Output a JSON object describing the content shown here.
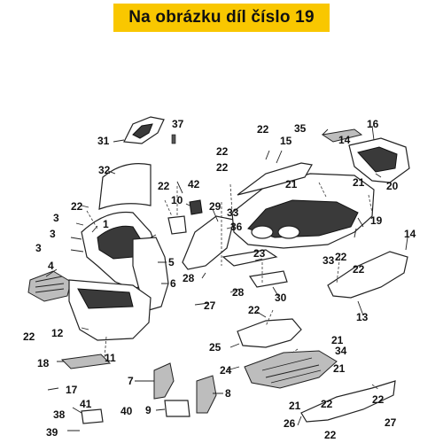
{
  "header": {
    "title": "Na obrázku díl číslo 19",
    "color": "#f9c700"
  },
  "labels": [
    {
      "id": "l1",
      "text": "1"
    },
    {
      "id": "l3a",
      "text": "3"
    },
    {
      "id": "l3b",
      "text": "3"
    },
    {
      "id": "l3c",
      "text": "3"
    },
    {
      "id": "l4",
      "text": "4"
    },
    {
      "id": "l5",
      "text": "5"
    },
    {
      "id": "l6",
      "text": "6"
    },
    {
      "id": "l7",
      "text": "7"
    },
    {
      "id": "l8",
      "text": "8"
    },
    {
      "id": "l9",
      "text": "9"
    },
    {
      "id": "l10",
      "text": "10"
    },
    {
      "id": "l11",
      "text": "11"
    },
    {
      "id": "l12",
      "text": "12"
    },
    {
      "id": "l13",
      "text": "13"
    },
    {
      "id": "l14a",
      "text": "14"
    },
    {
      "id": "l14b",
      "text": "14"
    },
    {
      "id": "l15",
      "text": "15"
    },
    {
      "id": "l16",
      "text": "16"
    },
    {
      "id": "l17",
      "text": "17"
    },
    {
      "id": "l18",
      "text": "18"
    },
    {
      "id": "l19",
      "text": "19"
    },
    {
      "id": "l20",
      "text": "20"
    },
    {
      "id": "l21a",
      "text": "21"
    },
    {
      "id": "l21b",
      "text": "21"
    },
    {
      "id": "l21c",
      "text": "21"
    },
    {
      "id": "l21d",
      "text": "21"
    },
    {
      "id": "l21e",
      "text": "21"
    },
    {
      "id": "l22a",
      "text": "22"
    },
    {
      "id": "l22b",
      "text": "22"
    },
    {
      "id": "l22c",
      "text": "22"
    },
    {
      "id": "l22d",
      "text": "22"
    },
    {
      "id": "l22e",
      "text": "22"
    },
    {
      "id": "l22f",
      "text": "22"
    },
    {
      "id": "l22g",
      "text": "22"
    },
    {
      "id": "l22h",
      "text": "22"
    },
    {
      "id": "l22i",
      "text": "22"
    },
    {
      "id": "l22j",
      "text": "22"
    },
    {
      "id": "l22k",
      "text": "22"
    },
    {
      "id": "l22l",
      "text": "22"
    },
    {
      "id": "l23",
      "text": "23"
    },
    {
      "id": "l24",
      "text": "24"
    },
    {
      "id": "l25",
      "text": "25"
    },
    {
      "id": "l26",
      "text": "26"
    },
    {
      "id": "l27a",
      "text": "27"
    },
    {
      "id": "l27b",
      "text": "27"
    },
    {
      "id": "l28a",
      "text": "28"
    },
    {
      "id": "l28b",
      "text": "28"
    },
    {
      "id": "l29",
      "text": "29"
    },
    {
      "id": "l30",
      "text": "30"
    },
    {
      "id": "l31",
      "text": "31"
    },
    {
      "id": "l32",
      "text": "32"
    },
    {
      "id": "l33a",
      "text": "33"
    },
    {
      "id": "l33b",
      "text": "33"
    },
    {
      "id": "l34",
      "text": "34"
    },
    {
      "id": "l35",
      "text": "35"
    },
    {
      "id": "l36",
      "text": "36"
    },
    {
      "id": "l37",
      "text": "37"
    },
    {
      "id": "l38",
      "text": "38"
    },
    {
      "id": "l39",
      "text": "39"
    },
    {
      "id": "l40",
      "text": "40"
    },
    {
      "id": "l41",
      "text": "41"
    },
    {
      "id": "l42",
      "text": "42"
    }
  ]
}
